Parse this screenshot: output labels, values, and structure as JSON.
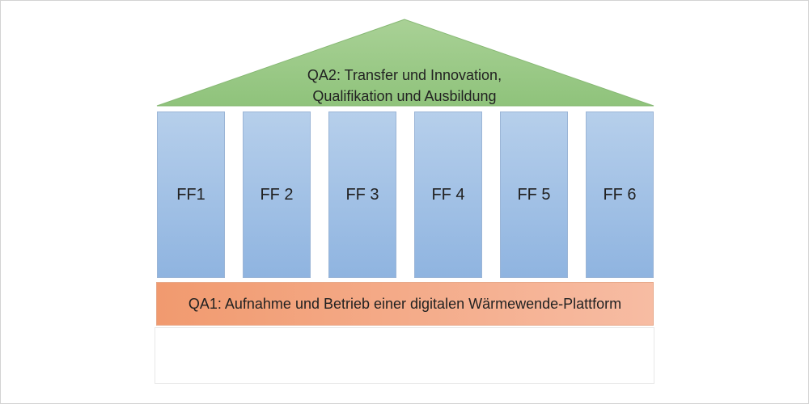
{
  "roof": {
    "line1": "QA2: Transfer und Innovation,",
    "line2": "Qualifikation und Ausbildung",
    "color": "#9dcb89"
  },
  "pillars": [
    {
      "label": "FF1"
    },
    {
      "label": "FF 2"
    },
    {
      "label": "FF 3"
    },
    {
      "label": "FF 4"
    },
    {
      "label": "FF 5"
    },
    {
      "label": "FF 6"
    }
  ],
  "base": {
    "label": "QA1: Aufnahme und Betrieb einer digitalen Wärmewende-Plattform",
    "color_start": "#f19a6f",
    "color_end": "#f7bca3"
  },
  "colors": {
    "pillar_top": "#b6cfeb",
    "pillar_bottom": "#8fb4e0"
  }
}
